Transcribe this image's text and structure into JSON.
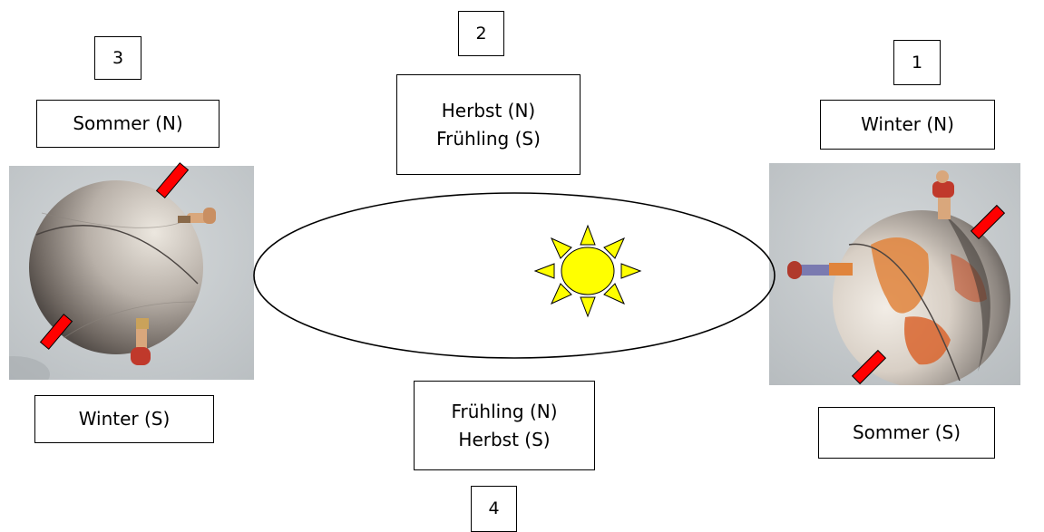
{
  "numbers": {
    "pos1": "1",
    "pos2": "2",
    "pos3": "3",
    "pos4": "4"
  },
  "labels": {
    "left_top": "Sommer (N)",
    "left_bottom": "Winter (S)",
    "top_line1": "Herbst (N)",
    "top_line2": "Frühling (S)",
    "bottom_line1": "Frühling (N)",
    "bottom_line2": "Herbst (S)",
    "right_top": "Winter (N)",
    "right_bottom": "Sommer (S)"
  },
  "colors": {
    "sun_fill": "#ffff00",
    "axis_marker": "#ff0000",
    "photo_background": "#c9cdd0"
  }
}
